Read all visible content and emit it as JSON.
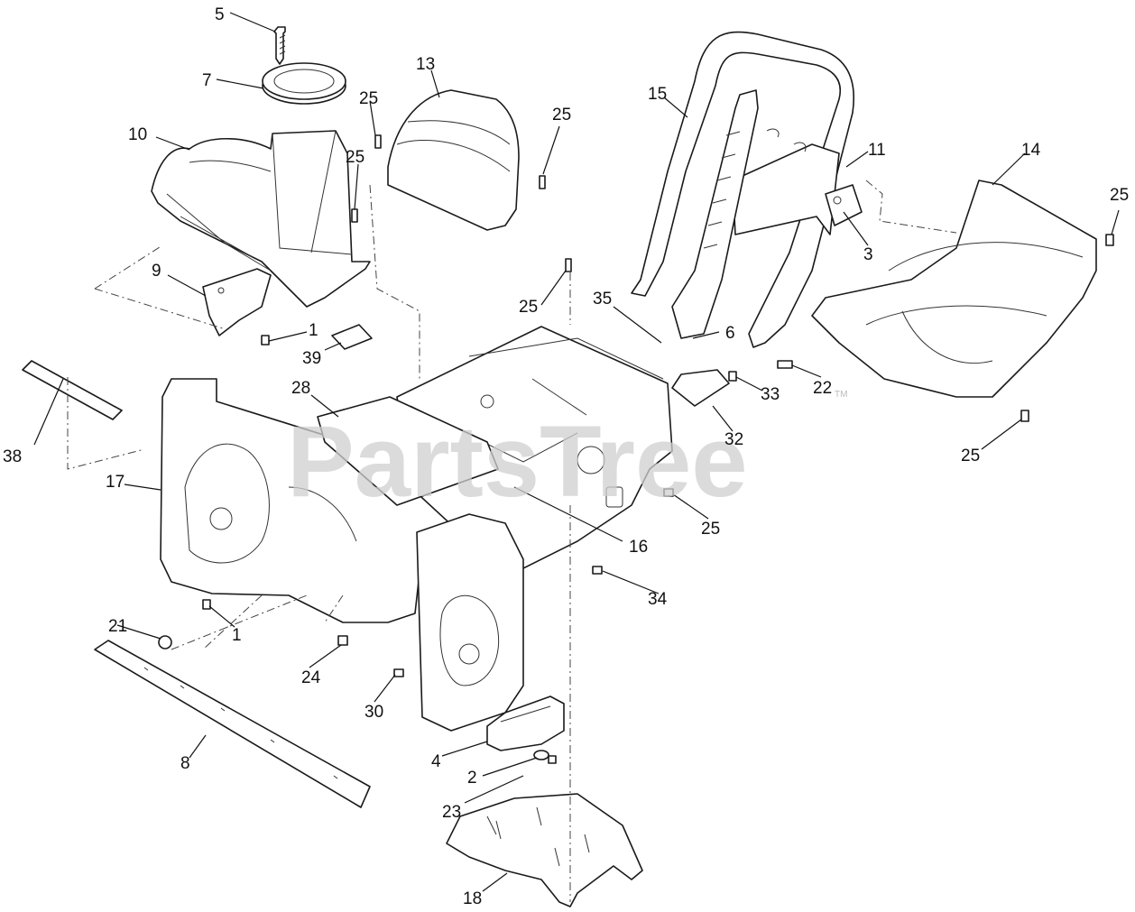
{
  "watermark": {
    "text": "PartsTree",
    "mark": "TM"
  },
  "callouts": [
    "5",
    "7",
    "13",
    "25",
    "25",
    "15",
    "10",
    "25",
    "11",
    "14",
    "25",
    "3",
    "9",
    "25",
    "35",
    "6",
    "1",
    "39",
    "28",
    "33",
    "22",
    "38",
    "32",
    "17",
    "25",
    "16",
    "34",
    "21",
    "1",
    "24",
    "30",
    "4",
    "8",
    "2",
    "23",
    "18",
    "25"
  ]
}
